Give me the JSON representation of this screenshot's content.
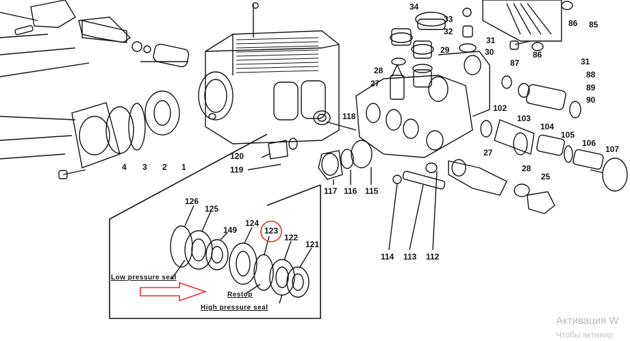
{
  "labels": {
    "p1": "1",
    "p2": "2",
    "p3": "3",
    "p4": "4",
    "p25": "25",
    "p27a": "27",
    "p27b": "27",
    "p28a": "28",
    "p28b": "28",
    "p29": "29",
    "p30": "30",
    "p31a": "31",
    "p31b": "31",
    "p32": "32",
    "p33": "33",
    "p34": "34",
    "p85": "85",
    "p86a": "86",
    "p86b": "86",
    "p87": "87",
    "p88": "88",
    "p89": "89",
    "p90": "90",
    "p102": "102",
    "p103": "103",
    "p104": "104",
    "p105": "105",
    "p106": "106",
    "p107": "107",
    "p112": "112",
    "p113": "113",
    "p114": "114",
    "p115": "115",
    "p116": "116",
    "p117": "117",
    "p118": "118",
    "p119": "119",
    "p120": "120",
    "p121": "121",
    "p122": "122",
    "p123": "123",
    "p124": "124",
    "p125": "125",
    "p126": "126",
    "p149": "149"
  },
  "inset": {
    "low_pressure_seal": "Low pressure seal",
    "restop": "Restop",
    "high_pressure_seal": "High pressure seal"
  },
  "watermark": {
    "line1": "Активация W",
    "line2": "Чтобы активир"
  },
  "colors": {
    "ink": "#111111",
    "highlight_circle": "#e03030",
    "arrow": "#e03030"
  }
}
